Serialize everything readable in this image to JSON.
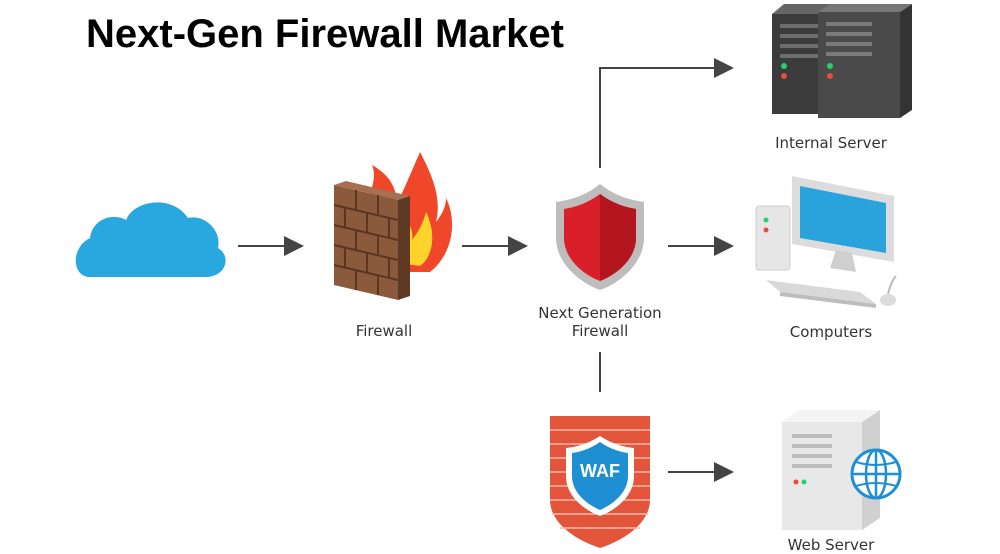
{
  "title": "Next-Gen Firewall Market",
  "nodes": {
    "cloud": {
      "icon": "cloud-icon"
    },
    "firewall": {
      "label": "Firewall",
      "icon": "brick-wall-fire-icon"
    },
    "ngfw": {
      "label_line1": "Next Generation",
      "label_line2": "Firewall",
      "icon": "shield-icon"
    },
    "internal_server": {
      "label": "Internal Server",
      "icon": "server-rack-icon"
    },
    "computers": {
      "label": "Computers",
      "icon": "desktop-computer-icon"
    },
    "waf": {
      "badge": "WAF",
      "icon": "waf-shield-wall-icon"
    },
    "web_server": {
      "label": "Web Server",
      "icon": "web-server-globe-icon"
    }
  },
  "colors": {
    "cloud": "#29a8e0",
    "brick": "#8b5a3c",
    "flame_outer": "#f0462a",
    "flame_inner": "#ffd32a",
    "shield_red": "#d81f2a",
    "shield_gray": "#bdbdbd",
    "server_dark": "#4a4a4a",
    "monitor_blue": "#2aa3dd",
    "waf_brick": "#e2553a",
    "arrow": "#444444"
  }
}
